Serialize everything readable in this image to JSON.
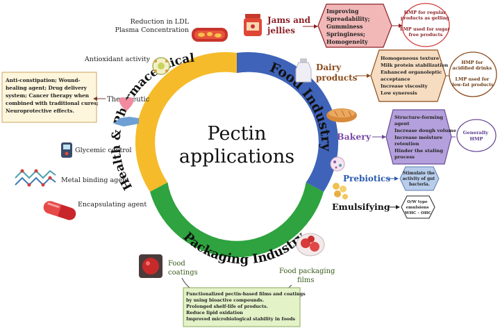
{
  "center": {
    "line1": "Pectin",
    "line2": "applications"
  },
  "segments": {
    "food": "Food Industry",
    "health": "Health & Pharmaceutical",
    "packaging": "Packaging Industry"
  },
  "health_items": {
    "ldl": {
      "line1": "Reduction in LDL",
      "line2": "Plasma Concentration"
    },
    "antioxidant": "Antioxidant activity",
    "therapeutic": "Therapeutic",
    "therapeutic_details": [
      "Anti-constipation; Wound-",
      "healing agent; Drug delivery",
      "system; Cancer therapy when",
      "combined with traditional cures;",
      "Neuroprotective effects."
    ],
    "glycemic": "Glycemic control",
    "metal": "Metal binding agent",
    "encapsulating": "Encapsulating agent"
  },
  "food_items": {
    "jams": {
      "line1": "Jams and",
      "line2": "jellies"
    },
    "jams_hex": [
      "Improving",
      "Spreadability;",
      "Gumminess",
      "Springiness;",
      "Homogeneity"
    ],
    "jams_oval": [
      "HMP for regular",
      "products as gelling",
      "",
      "LMP used for sugar",
      "free products"
    ],
    "dairy": {
      "line1": "Dairy",
      "line2": "products"
    },
    "dairy_hex": [
      "Homogeneous texture",
      "Milk protein stabilization",
      "Enhanced organoleptic",
      "acceptance",
      "Increase viscosity",
      "Low syneresis"
    ],
    "dairy_oval": [
      "HMP for",
      "acidified drinks",
      "",
      "LMP used for",
      "low-fat products"
    ],
    "bakery": "Bakery",
    "bakery_hex": [
      "Structure-forming",
      "agent",
      "Increase dough volume",
      "Increase moisture",
      "retention",
      "Hinder the staling",
      "process"
    ],
    "bakery_oval": [
      "Generally",
      "HMP"
    ],
    "prebiotics": "Prebiotics",
    "prebiotics_hex": [
      "Stimulate the",
      "activity of gut",
      "bacteria."
    ],
    "emulsifying": "Emulsifying",
    "emulsifying_hex": [
      "O/W type",
      "emulsions",
      "WHC - OHC"
    ]
  },
  "packaging_items": {
    "coatings": {
      "line1": "Food",
      "line2": "coatings"
    },
    "films": {
      "line1": "Food packaging",
      "line2": "films"
    },
    "details": [
      "Functionalized pectin-based films and coatings",
      "by using bioactive compounds.",
      "Prolonged shelf-life of products.",
      "Reduce lipid oxidation",
      "Improved microbiological stability in foods"
    ]
  },
  "colors": {
    "blue": "#3f63b8",
    "yellow": "#f5bb2a",
    "green": "#2ea33f",
    "maroon": "#8b2126",
    "hex_pink": "#f2b8b8",
    "hex_tan": "#f6dcc0",
    "hex_purple": "#b4a0dc",
    "hex_blue": "#b8cdeb",
    "box_cream": "#fdf6dc",
    "box_green": "#e4f2c8"
  }
}
